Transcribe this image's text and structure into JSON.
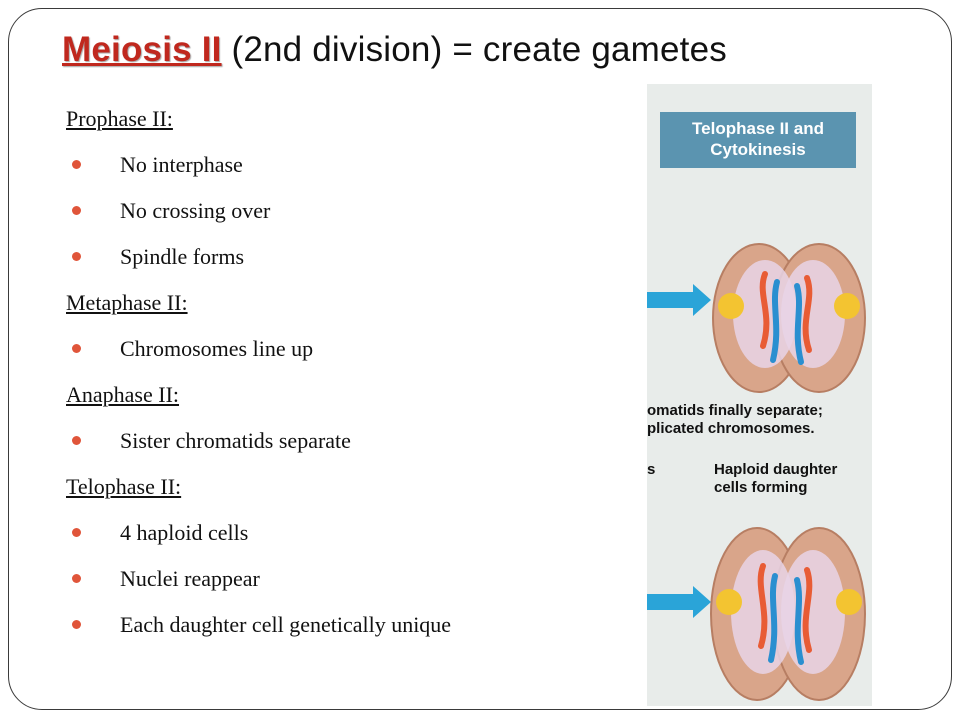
{
  "title": {
    "highlight": "Meiosis II",
    "rest": " (2nd division) = create gametes"
  },
  "sections": [
    {
      "heading": "Prophase II:",
      "bullets": [
        "No interphase",
        "No crossing over",
        "Spindle forms"
      ]
    },
    {
      "heading": "Metaphase II:",
      "bullets": [
        "Chromosomes line up"
      ]
    },
    {
      "heading": "Anaphase II:",
      "bullets": [
        "Sister chromatids separate"
      ]
    },
    {
      "heading": "Telophase II:",
      "bullets": [
        "4 haploid cells",
        "Nuclei reappear",
        "Each daughter cell genetically unique"
      ]
    }
  ],
  "figure": {
    "header_line1": "Telophase II and",
    "header_line2": "Cytokinesis",
    "caption_1a": "omatids finally separate;",
    "caption_1b": "plicated chromosomes.",
    "caption_2_left": "s",
    "caption_2a": "Haploid daughter",
    "caption_2b": "cells forming"
  },
  "colors": {
    "title_highlight": "#c0281e",
    "bullet": "#e0553a",
    "figure_header": "#5b94b0",
    "arrow": "#2aa4d8"
  }
}
